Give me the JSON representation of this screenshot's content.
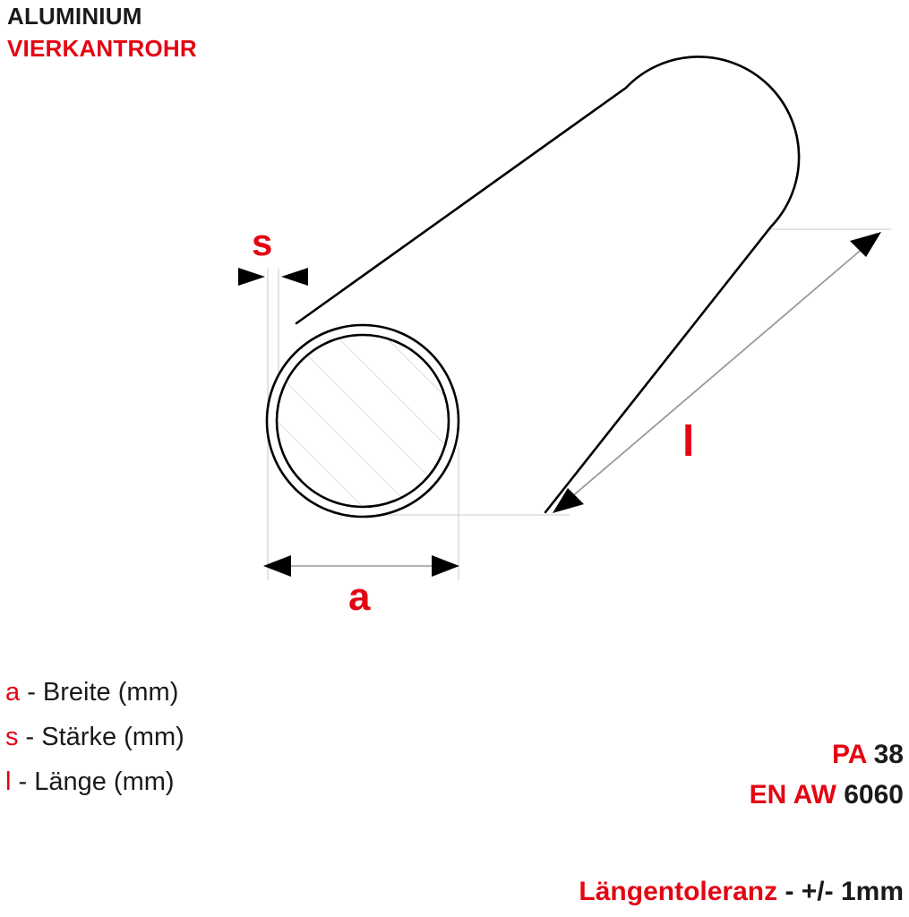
{
  "title": {
    "material": "ALUMINIUM",
    "product": "VIERKANTROHR"
  },
  "drawing": {
    "labels": {
      "thickness": "s",
      "width": "a",
      "length": "l"
    },
    "shape": "round-tube-isometric",
    "colors": {
      "accent": "#e30613",
      "outline": "#000000",
      "construction": "#d8d8d8",
      "hatch": "#cccccc"
    }
  },
  "legend": {
    "items": [
      {
        "symbol": "a",
        "separator": " - ",
        "description": "Breite (mm)"
      },
      {
        "symbol": "s",
        "separator": " - ",
        "description": "Stärke (mm)"
      },
      {
        "symbol": "l",
        "separator": " - ",
        "description": "Länge (mm)"
      }
    ]
  },
  "spec": {
    "rows": [
      {
        "key": "PA",
        "value": "38"
      },
      {
        "key": "EN AW",
        "value": "6060"
      }
    ]
  },
  "tolerance": {
    "key": "Längentoleranz",
    "value": "- +/- 1mm"
  }
}
